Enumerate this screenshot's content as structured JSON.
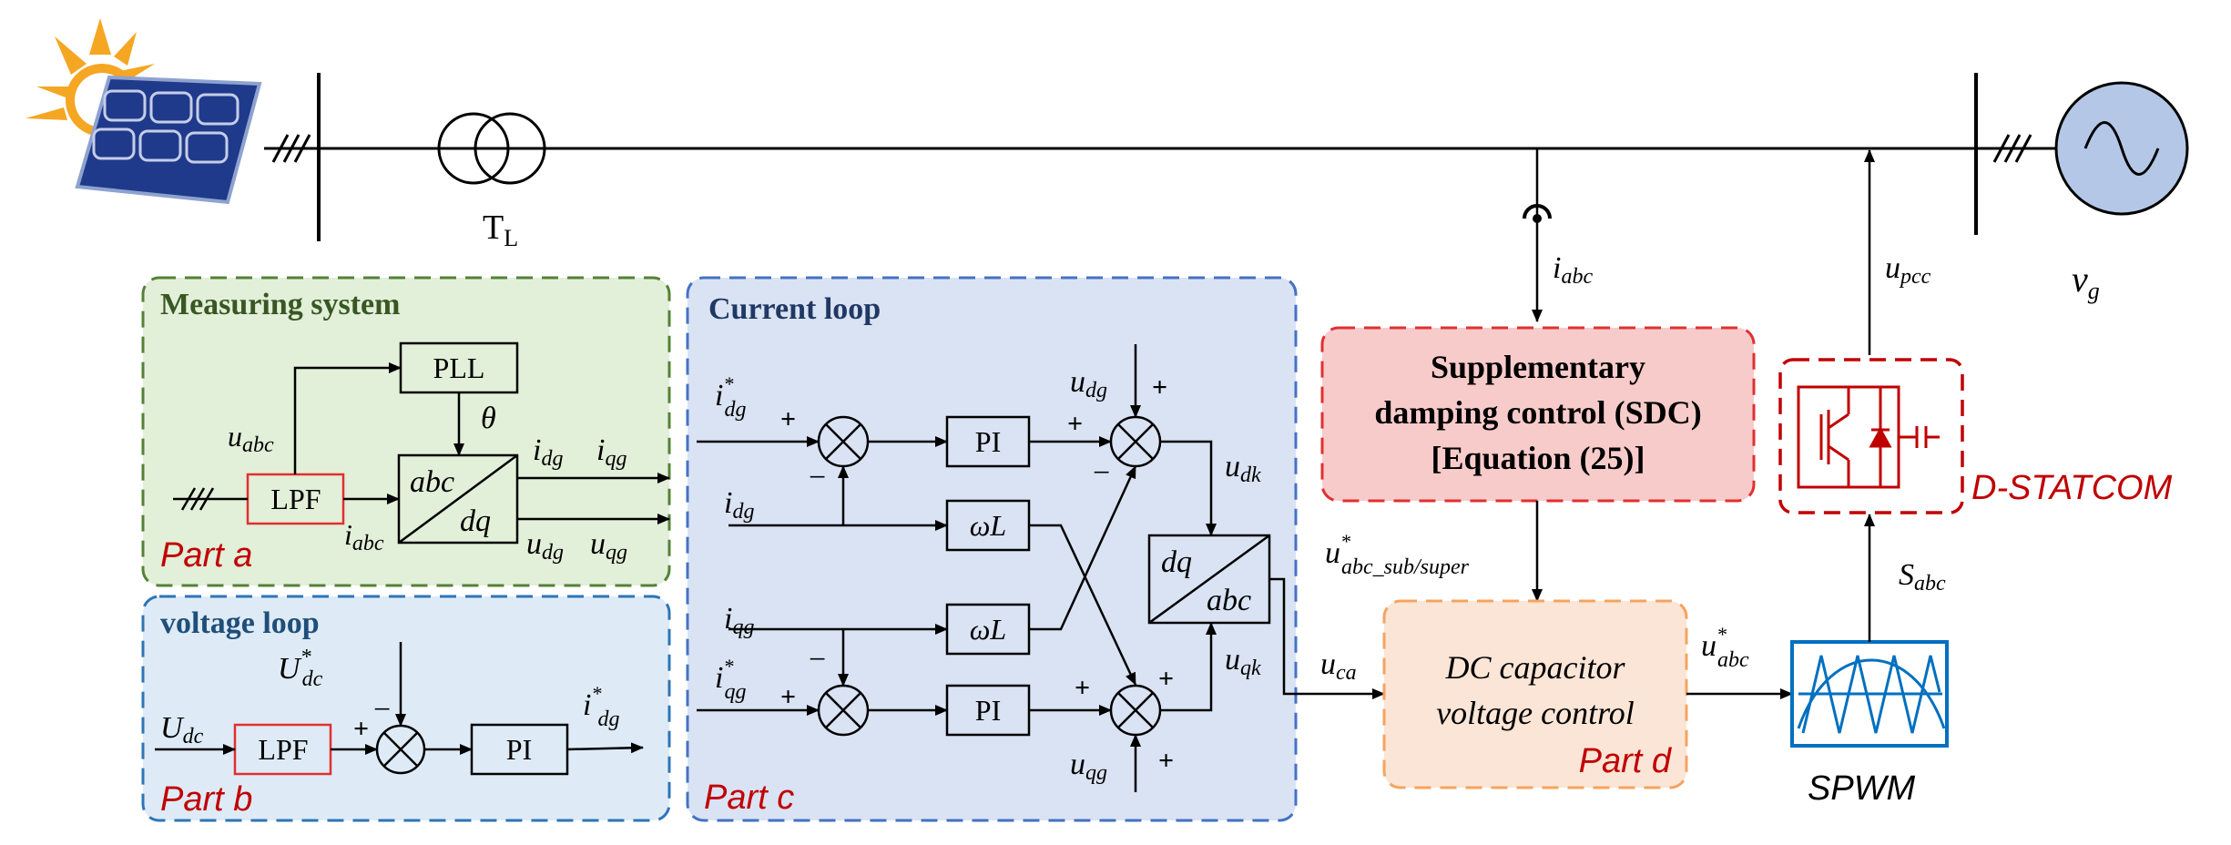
{
  "grid": {
    "transformer_label": "T",
    "transformer_sub": "L",
    "source_label": "v",
    "source_sub": "g",
    "current_meas": "i",
    "current_meas_sub": "abc",
    "pcc_voltage": "u",
    "pcc_voltage_sub": "pcc"
  },
  "measuring": {
    "title": "Measuring system",
    "pll": "PLL",
    "theta": "θ",
    "lpf": "LPF",
    "u_abc": "u",
    "u_abc_sub": "abc",
    "i_abc": "i",
    "i_abc_sub": "abc",
    "trans_top": "abc",
    "trans_bottom": "dq",
    "i_dg": "i",
    "i_dg_sub": "dg",
    "i_qg": "i",
    "i_qg_sub": "qg",
    "u_dg": "u",
    "u_dg_sub": "dg",
    "u_qg": "u",
    "u_qg_sub": "qg",
    "part": "Part a"
  },
  "voltage": {
    "title": "voltage loop",
    "u_dc_ref": "U",
    "u_dc_ref_sup": "*",
    "u_dc_ref_sub": "dc",
    "u_dc": "U",
    "u_dc_sub": "dc",
    "lpf": "LPF",
    "pi": "PI",
    "i_dg_ref": "i",
    "i_dg_ref_sup": "*",
    "i_dg_ref_sub": "dg",
    "plus": "+",
    "minus": "−",
    "part": "Part b"
  },
  "current": {
    "title": "Current loop",
    "i_dg_ref": "i",
    "i_dg_ref_sup": "*",
    "i_dg_ref_sub": "dg",
    "i_dg": "i",
    "i_dg_sub": "dg",
    "i_qg": "i",
    "i_qg_sub": "qg",
    "i_qg_ref": "i",
    "i_qg_ref_sup": "*",
    "i_qg_ref_sub": "qg",
    "pi1": "PI",
    "pi2": "PI",
    "wl1": "ωL",
    "wl2": "ωL",
    "u_dg": "u",
    "u_dg_sub": "dg",
    "u_qg": "u",
    "u_qg_sub": "qg",
    "u_dk": "u",
    "u_dk_sub": "dk",
    "u_qk": "u",
    "u_qk_sub": "qk",
    "trans_top": "dq",
    "trans_bottom": "abc",
    "u_ca": "u",
    "u_ca_sub": "ca",
    "plus": "+",
    "minus": "−",
    "part": "Part c"
  },
  "sdc": {
    "line1": "Supplementary",
    "line2": "damping control (SDC)",
    "line3": "[Equation (25)]",
    "out": "u",
    "out_sup": "*",
    "out_sub": "abc_sub/super"
  },
  "dc_cap": {
    "line1": "DC capacitor",
    "line2": "voltage control",
    "part": "Part d",
    "out": "u",
    "out_sup": "*",
    "out_sub": "abc"
  },
  "spwm": {
    "label": "SPWM",
    "s": "S",
    "s_sub": "abc"
  },
  "statcom": {
    "label": "D-STATCOM"
  },
  "colors": {
    "green_fill": "#e2efd9",
    "green_border": "#548235",
    "green_title": "#385723",
    "blue_fill": "#deebf7",
    "blue_border": "#2e75b6",
    "blue_title": "#1f4e79",
    "purple_fill": "#dae3f3",
    "purple_border": "#4472c4",
    "purple_title": "#203864",
    "red_fill": "#f8cbcb",
    "red_border": "#e03030",
    "orange_fill": "#fbe5d6",
    "orange_border": "#f4a460",
    "statcom_red": "#c00000",
    "part_red": "#c00000",
    "spwm_blue": "#0070c0"
  }
}
